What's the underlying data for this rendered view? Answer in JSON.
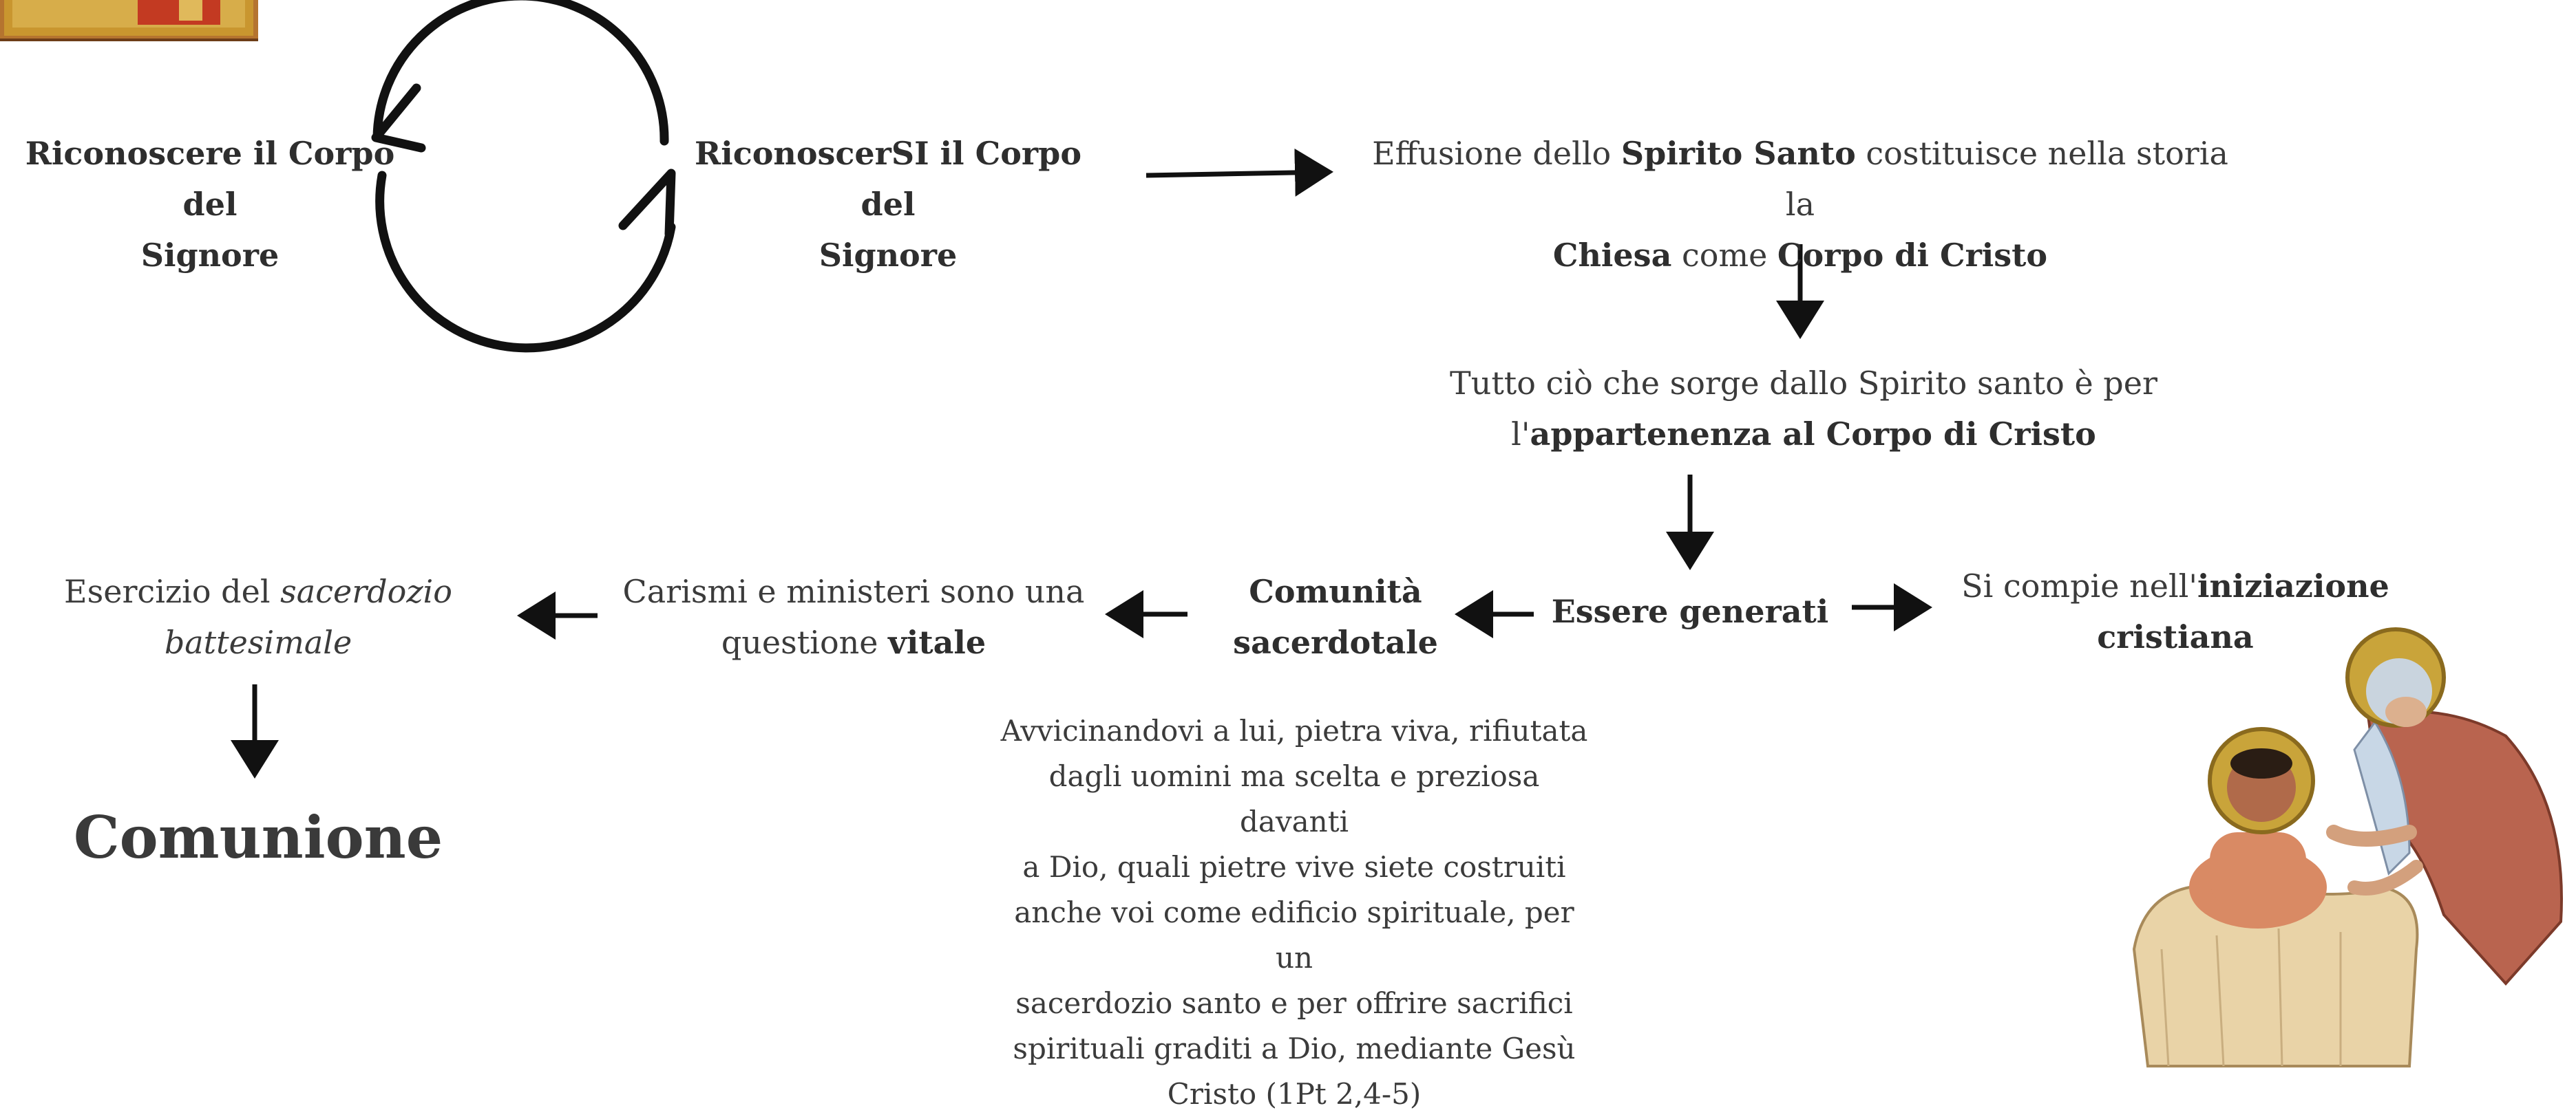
{
  "diagram": {
    "node_riconoscere": {
      "line1": "Riconoscere il Corpo del",
      "line2": "Signore"
    },
    "node_riconoscersi": {
      "line1": "RiconoscerSI il Corpo del",
      "line2": "Signore"
    },
    "node_effusione": {
      "part1": "Effusione dello ",
      "part2": "Spirito Santo",
      "part3": " costituisce nella storia la",
      "part4": "Chiesa",
      "part5": " come ",
      "part6": "Corpo di Cristo"
    },
    "node_tutto": {
      "line1": "Tutto ciò che sorge dallo Spirito santo è per",
      "part1": "l'",
      "part2": "appartenenza al Corpo di Cristo"
    },
    "node_essere": {
      "label": "Essere generati"
    },
    "node_iniziazione": {
      "part1": "Si compie nell'",
      "part2": "iniziazione",
      "part3": "cristiana"
    },
    "node_comunita": {
      "line1": "Comunità",
      "line2": "sacerdotale"
    },
    "node_carismi": {
      "line1": "Carismi e ministeri sono una",
      "part1": "questione ",
      "part2": "vitale"
    },
    "node_esercizio": {
      "part1": "Esercizio del ",
      "part2": "sacerdozio",
      "part3": "battesimale"
    },
    "node_comunione": {
      "label": "Comunione"
    },
    "quote": {
      "lines": [
        "Avvicinandovi a lui, pietra viva, rifiutata",
        "dagli uomini ma scelta e preziosa davanti",
        "a Dio, quali pietre vive siete costruiti",
        "anche voi come edificio spirituale, per un",
        "sacerdozio santo e per offrire sacrifici",
        "spirituali graditi a Dio, mediante Gesù",
        "Cristo (1Pt 2,4-5)"
      ]
    }
  },
  "colors": {
    "arrow": "#111111",
    "text": "#3b3b3b"
  }
}
